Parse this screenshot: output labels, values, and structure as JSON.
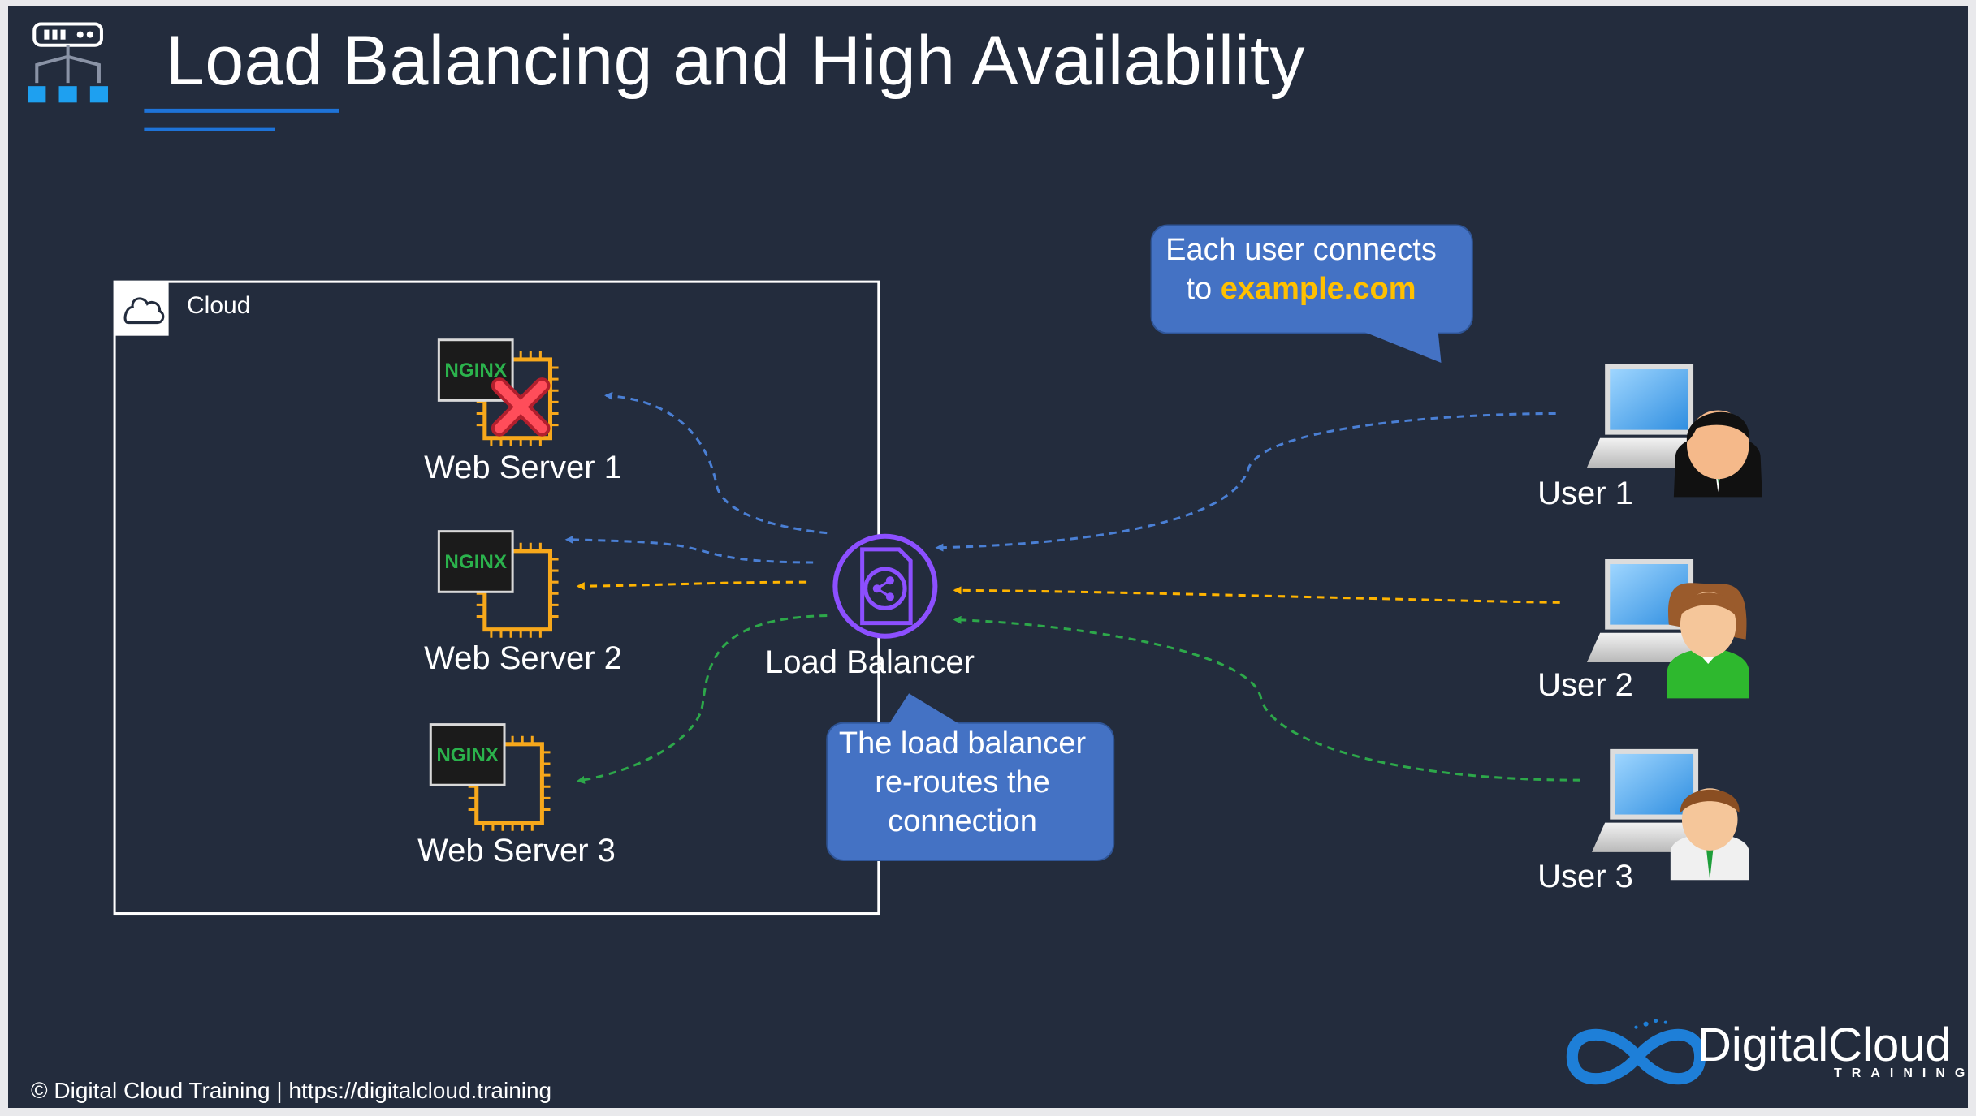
{
  "slide": {
    "title": "Load Balancing and High Availability",
    "accent_color": "#1e73d8",
    "background_color": "#232c3d"
  },
  "cloud": {
    "label": "Cloud",
    "icon": "cloud-icon"
  },
  "servers": [
    {
      "label": "Web Server 1",
      "logo_text": "NGINX",
      "status": "failed",
      "icon": "cpu-chip-icon"
    },
    {
      "label": "Web Server 2",
      "logo_text": "NGINX",
      "status": "healthy",
      "icon": "cpu-chip-icon"
    },
    {
      "label": "Web Server 3",
      "logo_text": "NGINX",
      "status": "healthy",
      "icon": "cpu-chip-icon"
    }
  ],
  "load_balancer": {
    "label": "Load Balancer",
    "icon": "load-balancer-icon",
    "color": "#8c4fff"
  },
  "users": [
    {
      "label": "User 1",
      "icon": "laptop-user-male-icon",
      "connection_color": "#4a7fd4"
    },
    {
      "label": "User 2",
      "icon": "laptop-user-female-icon",
      "connection_color": "#ffb400"
    },
    {
      "label": "User 3",
      "icon": "laptop-user-male-icon",
      "connection_color": "#2da84a"
    }
  ],
  "callouts": {
    "users": {
      "line1": "Each user connects",
      "prefix": "to ",
      "highlight": "example.com",
      "highlight_color": "#ffc000"
    },
    "balancer": {
      "line1": "The load balancer",
      "line2": "re-routes the",
      "line3": "connection"
    }
  },
  "footer": {
    "copyright": "© Digital Cloud Training  | https://digitalcloud.training"
  },
  "brand": {
    "name": "DigitalCloud",
    "tagline": "TRAINING"
  }
}
